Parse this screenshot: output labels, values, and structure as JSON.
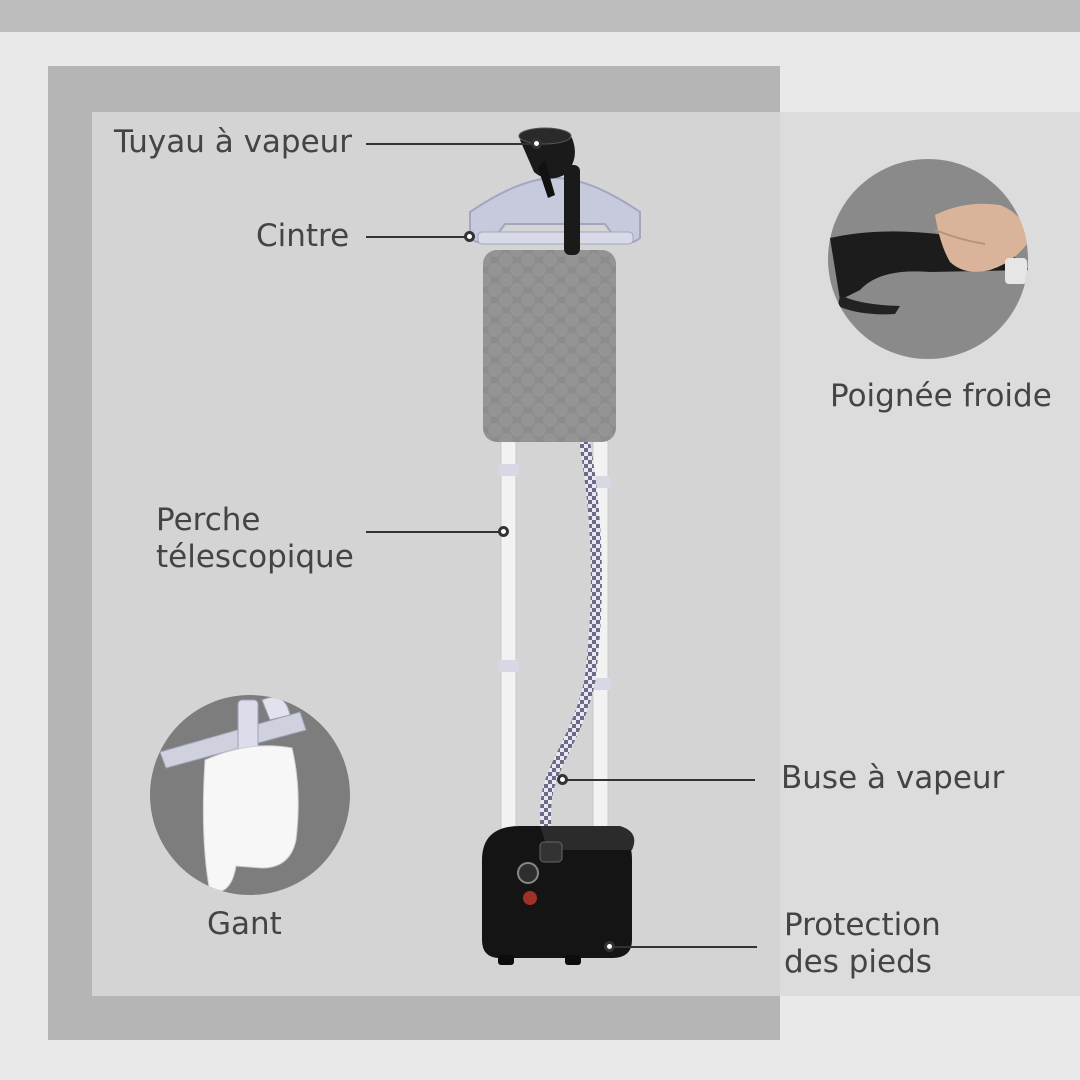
{
  "labels": {
    "steam_hose": "Tuyau à vapeur",
    "hanger": "Cintre",
    "telescopic_pole": "Perche\ntélescopique",
    "cold_handle": "Poignée froide",
    "glove": "Gant",
    "steam_nozzle": "Buse à vapeur",
    "foot_protection": "Protection\ndes pieds"
  },
  "colors": {
    "background": "#e9e9e9",
    "frame": "#b5b5b5",
    "panel": "#d4d4d4",
    "device_black": "#141414",
    "board_grey": "#8a8a8a",
    "pole_white": "#f2f2f2"
  }
}
